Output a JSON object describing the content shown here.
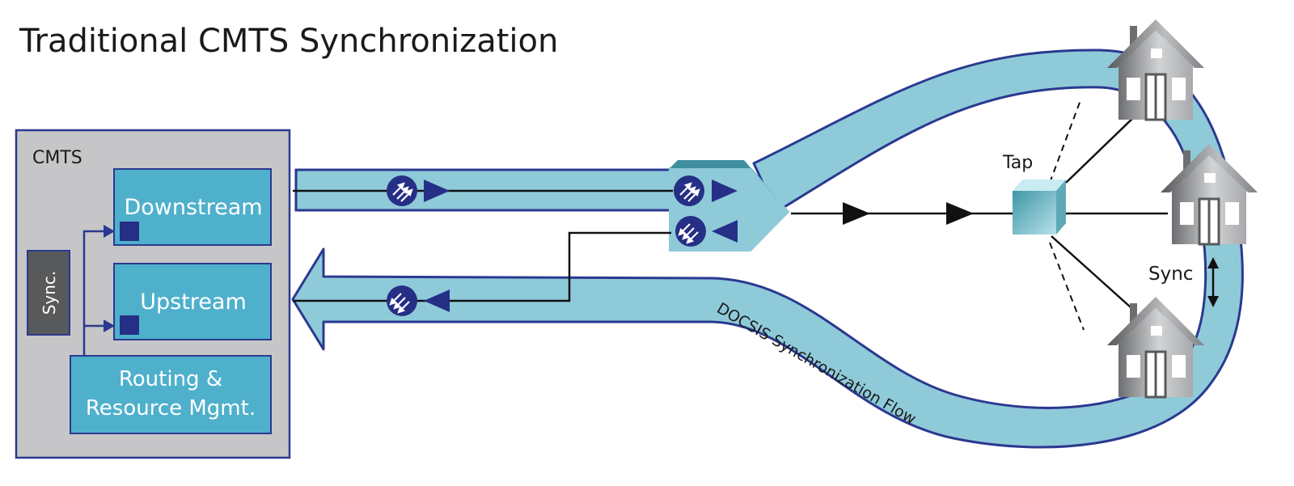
{
  "title": "Traditional CMTS Synchronization",
  "cmts": {
    "label": "CMTS",
    "sync_label": "Sync.",
    "downstream_label": "Downstream",
    "upstream_label": "Upstream",
    "routing_line1": "Routing &",
    "routing_line2": "Resource Mgmt."
  },
  "network": {
    "tap_label": "Tap",
    "sync_label": "Sync",
    "flow_label": "DOCSIS Synchronization Flow"
  },
  "colors": {
    "pipe_fill": "#8fcad9",
    "pipe_stroke": "#2b3990",
    "module_fill": "#4fb0cc",
    "cmts_fill": "#c6c6c8",
    "sync_box": "#58595b",
    "navy": "#262f86"
  }
}
